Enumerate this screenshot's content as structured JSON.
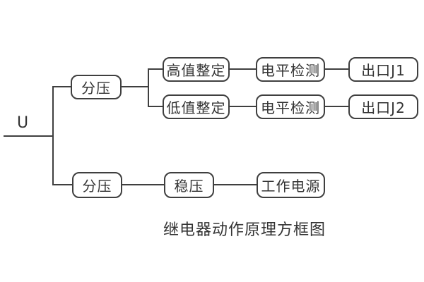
{
  "diagram": {
    "input_label": "U",
    "caption": "继电器动作原理方框图",
    "boxes": {
      "voltage_divider_top": "分压",
      "high_value_setting": "高值整定",
      "level_detection_top": "电平检测",
      "output_j1": "出口J1",
      "low_value_setting": "低值整定",
      "level_detection_bottom": "电平检测",
      "output_j2": "出口J2",
      "voltage_divider_bottom": "分压",
      "voltage_regulator": "稳压",
      "working_power": "工作电源"
    }
  },
  "colors": {
    "line": "#3f3f3f",
    "text": "#333333",
    "bg": "#ffffff"
  }
}
